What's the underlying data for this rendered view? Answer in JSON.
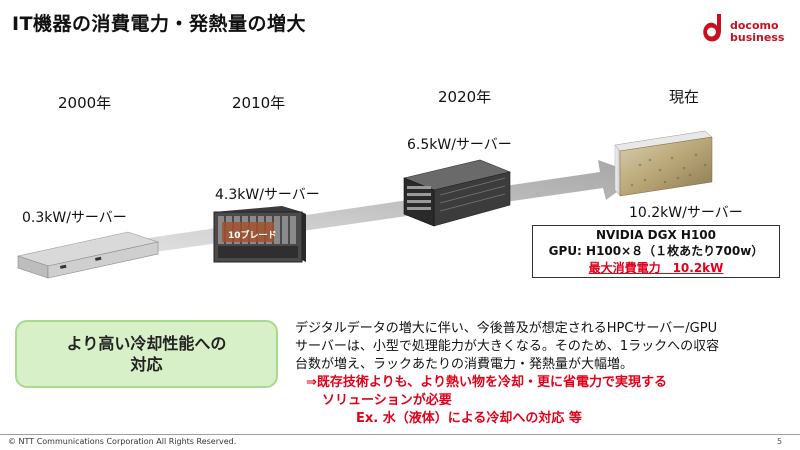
{
  "header": {
    "title": "IT機器の消費電力・発熱量の増大"
  },
  "logo": {
    "line1": "docomo",
    "line2": "business",
    "color": "#c8101e"
  },
  "timeline": [
    {
      "year": "2000年",
      "power": "0.3kW/サーバー",
      "icon": "server-1u-icon"
    },
    {
      "year": "2010年",
      "power": "4.3kW/サーバー",
      "icon": "blade-chassis-icon",
      "badge": "10ブレード"
    },
    {
      "year": "2020年",
      "power": "6.5kW/サーバー",
      "icon": "server-4u-icon"
    },
    {
      "year": "現在",
      "power": "10.2kW/サーバー",
      "icon": "dgx-server-icon"
    }
  ],
  "dgx": {
    "name": "NVIDIA DGX H100",
    "gpu": "GPU: H100×８（１枚あたり700w）",
    "max_power": "最大消費電力　10.2kW"
  },
  "cooling": {
    "line1": "より高い冷却性能への",
    "line2": "対応"
  },
  "description": {
    "line1": "デジタルデータの増大に伴い、今後普及が想定されるHPCサーバー/GPU",
    "line2": "サーバーは、小型で処理能力が大きくなる。そのため、1ラックへの収容",
    "line3": "台数が増え、ラックあたりの消費電力・発熱量が大幅増。",
    "red1": "⇒既存技術よりも、より熱い物を冷却・更に省電力で実現する",
    "red2": "ソリューションが必要",
    "red3": "Ex. 水（液体）による冷却への対応 等"
  },
  "footer": {
    "copyright": "© NTT Communications Corporation All Rights Reserved.",
    "page": "5"
  },
  "colors": {
    "accent_red": "#e3001b",
    "box_green": "#d8f0c8",
    "arrow_gray": "#b3b3b3"
  }
}
